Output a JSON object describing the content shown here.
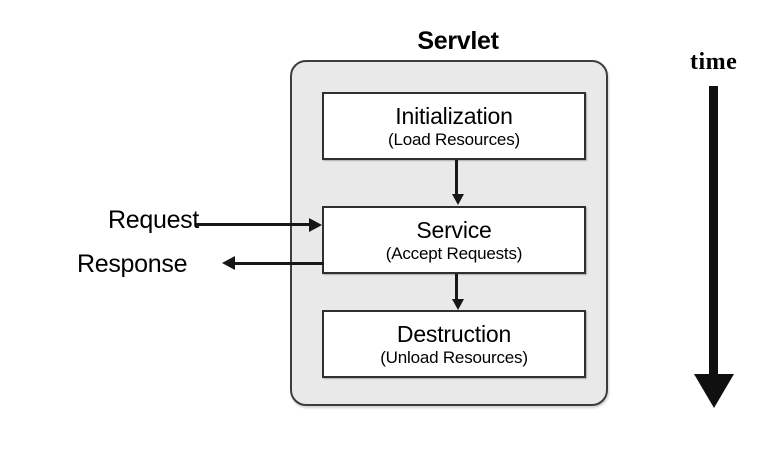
{
  "diagram": {
    "title": "Servlet",
    "container_label": "Servlet",
    "phases": [
      {
        "id": "initialization",
        "title": "Initialization",
        "subtitle": "(Load Resources)"
      },
      {
        "id": "service",
        "title": "Service",
        "subtitle": "(Accept Requests)"
      },
      {
        "id": "destruction",
        "title": "Destruction",
        "subtitle": "(Unload Resources)"
      }
    ],
    "io": {
      "request_label": "Request",
      "response_label": "Response"
    },
    "axis": {
      "time_label": "time"
    },
    "colors": {
      "container_fill": "#e9e9e9",
      "container_border": "#3d3d3d",
      "box_fill": "#ffffff",
      "box_border": "#2f2f2f",
      "arrow": "#171717",
      "time_arrow": "#101010",
      "text": "#000000",
      "background": "#ffffff"
    }
  }
}
